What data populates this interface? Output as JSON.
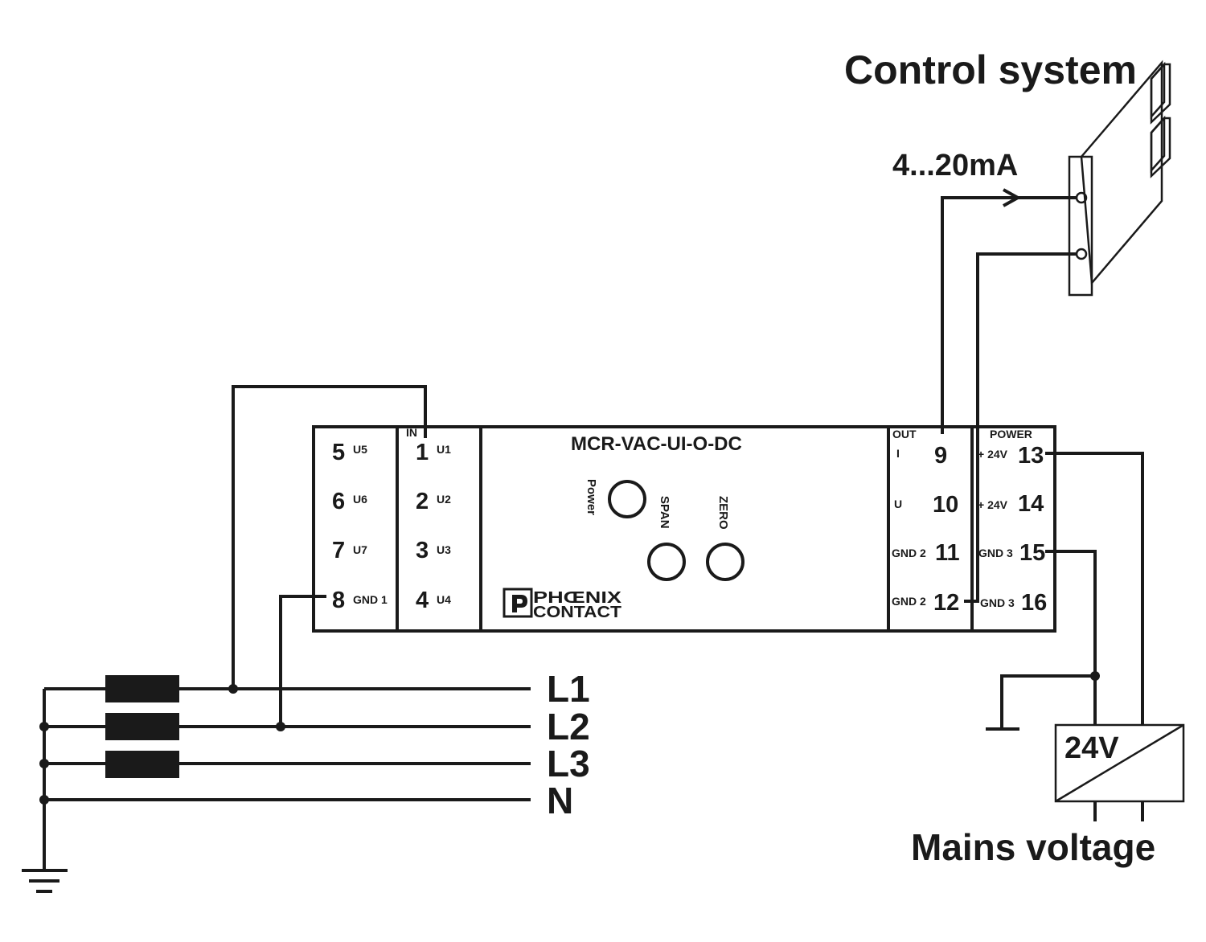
{
  "labels": {
    "control_system": "Control system",
    "current_signal": "4...20mA",
    "mains_voltage": "Mains voltage",
    "psu": "24V",
    "model": "MCR-VAC-UI-O-DC",
    "brand_line1": "PHŒNIX",
    "brand_line2": "CONTACT",
    "power_led": "Power",
    "span": "SPAN",
    "zero": "ZERO",
    "group_in": "IN",
    "group_out": "OUT",
    "group_power": "POWER"
  },
  "lines": [
    "L1",
    "L2",
    "L3",
    "N"
  ],
  "terminals": {
    "left_col": [
      {
        "num": "5",
        "label": "U5"
      },
      {
        "num": "6",
        "label": "U6"
      },
      {
        "num": "7",
        "label": "U7"
      },
      {
        "num": "8",
        "label": "GND 1"
      }
    ],
    "in_col": [
      {
        "num": "1",
        "label": "U1"
      },
      {
        "num": "2",
        "label": "U2"
      },
      {
        "num": "3",
        "label": "U3"
      },
      {
        "num": "4",
        "label": "U4"
      }
    ],
    "out_col": [
      {
        "label": "I",
        "num": "9"
      },
      {
        "label": "U",
        "num": "10"
      },
      {
        "label": "GND 2",
        "num": "11"
      },
      {
        "label": "GND 2",
        "num": "12"
      }
    ],
    "power_col": [
      {
        "label": "+ 24V",
        "num": "13"
      },
      {
        "label": "+ 24V",
        "num": "14"
      },
      {
        "label": "GND 3",
        "num": "15"
      },
      {
        "label": "GND 3",
        "num": "16"
      }
    ]
  }
}
